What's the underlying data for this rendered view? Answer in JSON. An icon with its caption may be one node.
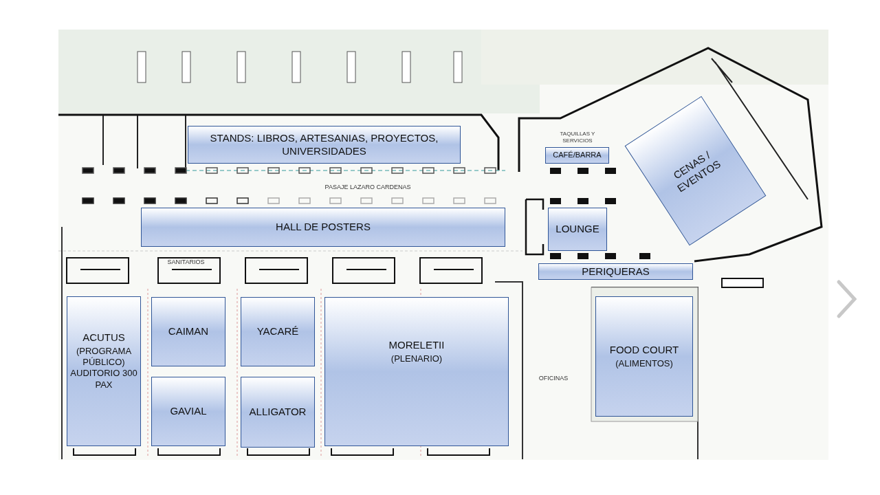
{
  "diagram": {
    "nodes": [
      {
        "text": [
          "STANDS: LIBROS, ARTESANIAS, PROYECTOS, UNIVERSIDADES"
        ]
      },
      {
        "text": [
          "CAFÉ/BARRA"
        ]
      },
      {
        "text": [
          "CENAS / EVENTOS"
        ]
      },
      {
        "text": [
          "HALL DE POSTERS"
        ]
      },
      {
        "text": [
          "LOUNGE"
        ]
      },
      {
        "text": [
          "PERIQUERAS"
        ]
      },
      {
        "text": [
          "ACUTUS",
          "(PROGRAMA PÚBLICO) AUDITORIO 300 PAX"
        ]
      },
      {
        "text": [
          "CAIMAN"
        ]
      },
      {
        "text": [
          "YACARÉ"
        ]
      },
      {
        "text": [
          "MORELETII",
          "(PLENARIO)"
        ]
      },
      {
        "text": [
          "FOOD COURT",
          "(ALIMENTOS)"
        ]
      },
      {
        "text": [
          "GAVIAL"
        ]
      },
      {
        "text": [
          "ALLIGATOR"
        ]
      }
    ],
    "labels": [
      "PASAJE LAZARO CARDENAS",
      "SANITARIOS",
      "TAQUILLAS Y SERVICIOS",
      "OFICINAS"
    ]
  }
}
